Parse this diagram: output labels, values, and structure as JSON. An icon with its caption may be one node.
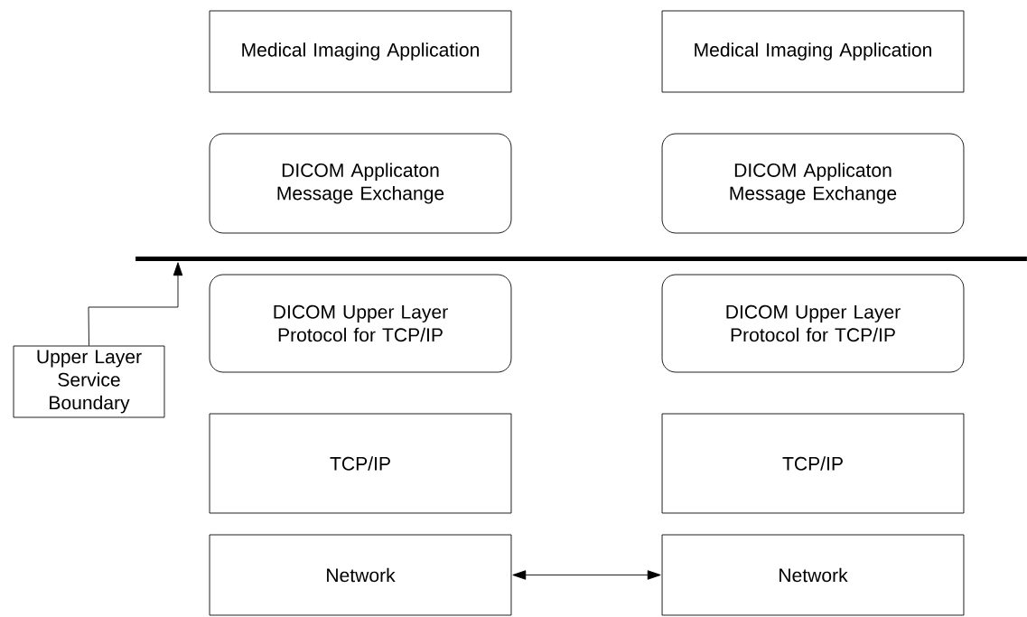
{
  "diagram": {
    "nodes": [
      {
        "text": [
          "Medical Imaging Application"
        ]
      },
      {
        "text": [
          "DICOM Applicaton Message Exchange"
        ]
      },
      {
        "text": [
          "DICOM Upper Layer Protocol for TCP/IP"
        ]
      },
      {
        "text": [
          "TCP/IP"
        ]
      },
      {
        "text": [
          "Network"
        ]
      },
      {
        "text": [
          "Medical Imaging Application"
        ]
      },
      {
        "text": [
          "DICOM Applicaton Message Exchange"
        ]
      },
      {
        "text": [
          "DICOM Upper Layer Protocol for TCP/IP"
        ]
      },
      {
        "text": [
          "TCP/IP"
        ]
      },
      {
        "text": [
          "Network"
        ]
      },
      {
        "text": [
          "Upper Layer Service Boundary"
        ]
      },
      {
        "text": [],
        "shape": "bar"
      }
    ],
    "edges": [
      {
        "from": 4,
        "to": 9,
        "arrow": "both"
      },
      {
        "from": 10,
        "to": 11,
        "arrow": "to"
      }
    ]
  }
}
